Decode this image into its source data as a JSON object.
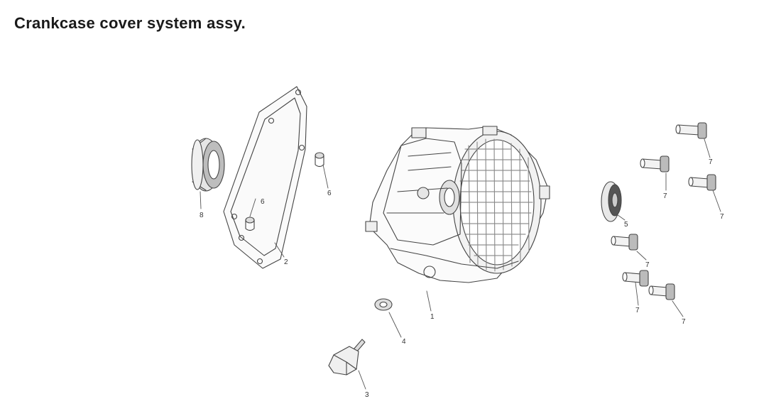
{
  "title": "Crankcase cover system assy.",
  "colors": {
    "line": "#444444",
    "shade": "#bdbdbd",
    "light": "#dedede",
    "text": "#333333"
  },
  "callouts": [
    {
      "id": "c1",
      "number": "1"
    },
    {
      "id": "c2",
      "number": "2"
    },
    {
      "id": "c3",
      "number": "3"
    },
    {
      "id": "c4",
      "number": "4"
    },
    {
      "id": "c5",
      "number": "5"
    },
    {
      "id": "c6",
      "number": "6"
    },
    {
      "id": "c6b",
      "number": "6"
    },
    {
      "id": "c7a",
      "number": "7"
    },
    {
      "id": "c7b",
      "number": "7"
    },
    {
      "id": "c7c",
      "number": "7"
    },
    {
      "id": "c7d",
      "number": "7"
    },
    {
      "id": "c7e",
      "number": "7"
    },
    {
      "id": "c7f",
      "number": "7"
    },
    {
      "id": "c8",
      "number": "8"
    }
  ]
}
